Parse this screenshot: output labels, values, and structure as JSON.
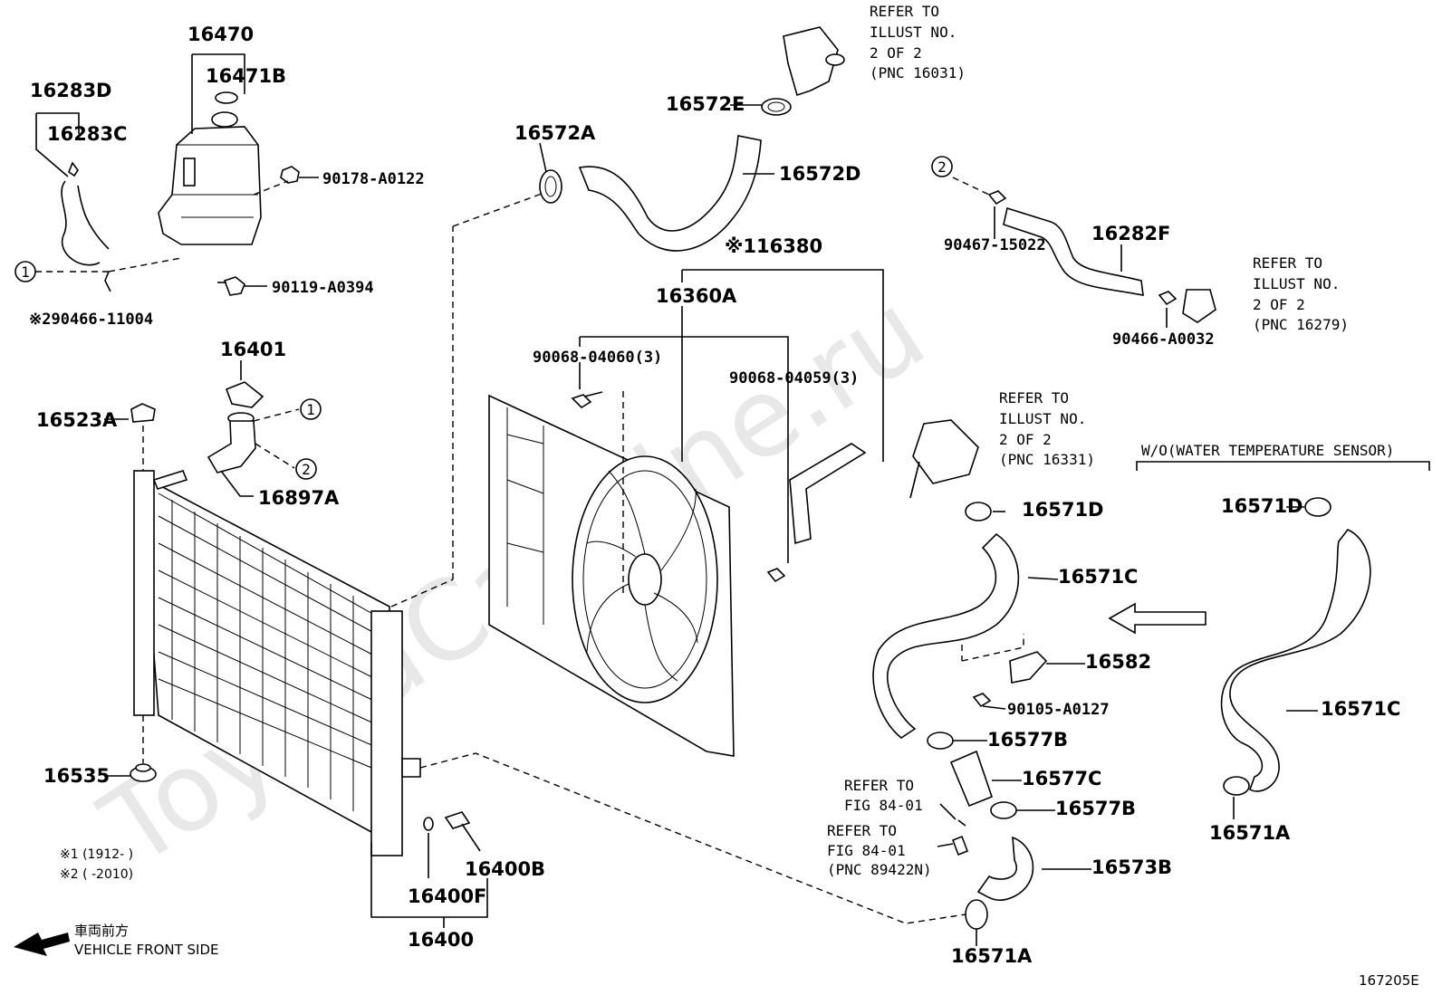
{
  "watermark": "ToyotaCarMine.ru",
  "diagram_id": "167205E",
  "parts": {
    "p16470": "16470",
    "p16471B": "16471B",
    "p16283D": "16283D",
    "p16283C": "16283C",
    "p90178": "90178-A0122",
    "p90119": "90119-A0394",
    "p90466_11004": "※290466-11004",
    "p16401": "16401",
    "p16523A": "16523A",
    "p16897A": "16897A",
    "p16535": "16535",
    "p16400B": "16400B",
    "p16400F": "16400F",
    "p16400": "16400",
    "p16572A": "16572A",
    "p16572E": "16572E",
    "p16572D": "16572D",
    "p16380": "※116380",
    "p16360A": "16360A",
    "p90068_04060": "90068-04060(3)",
    "p90068_04059": "90068-04059(3)",
    "p90467": "90467-15022",
    "p16282F": "16282F",
    "p90466_A0032": "90466-A0032",
    "p16571D_a": "16571D",
    "p16571C_a": "16571C",
    "p16582": "16582",
    "p90105": "90105-A0127",
    "p16577B_a": "16577B",
    "p16577C": "16577C",
    "p16577B_b": "16577B",
    "p16573B": "16573B",
    "p16571A_a": "16571A",
    "p16571D_b": "16571D",
    "p16571C_b": "16571C",
    "p16571A_b": "16571A"
  },
  "notes": {
    "refer1": [
      "REFER TO",
      "ILLUST NO.",
      "2 OF 2",
      "(PNC 16031)"
    ],
    "refer2": [
      "REFER TO",
      "ILLUST NO.",
      "2 OF 2",
      "(PNC 16279)"
    ],
    "refer3": [
      "REFER TO",
      "ILLUST NO.",
      "2 OF 2",
      "(PNC 16331)"
    ],
    "refer4": [
      "REFER TO",
      "FIG 84-01"
    ],
    "refer5": [
      "REFER TO",
      "FIG 84-01",
      "(PNC 89422N)"
    ],
    "wo_sensor": "W/O(WATER TEMPERATURE SENSOR)",
    "footnote1": "※1 (1912-      )",
    "footnote2": "※2 (      -2010)",
    "front_jp": "車両前方",
    "front_en": "VEHICLE FRONT SIDE",
    "circle1": "1",
    "circle2": "2"
  }
}
